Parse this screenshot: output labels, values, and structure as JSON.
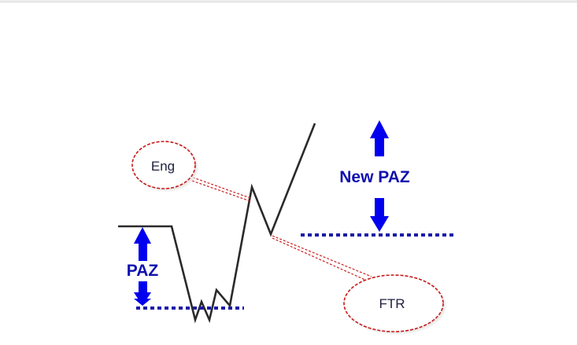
{
  "header_note": "",
  "callouts": {
    "eng": "Eng",
    "ftr": "FTR"
  },
  "labels": {
    "paz": "PAZ",
    "new_paz": "New PAZ"
  },
  "colors": {
    "price_line": "#2a2a2a",
    "arrow_blue": "#0000ee",
    "label_blue": "#1010b0",
    "dotted_level": "#1a1aa8",
    "callout_red": "#c81818",
    "leader_red": "#cc2020"
  },
  "icons": [
    "arrow-up-icon",
    "arrow-down-icon"
  ]
}
